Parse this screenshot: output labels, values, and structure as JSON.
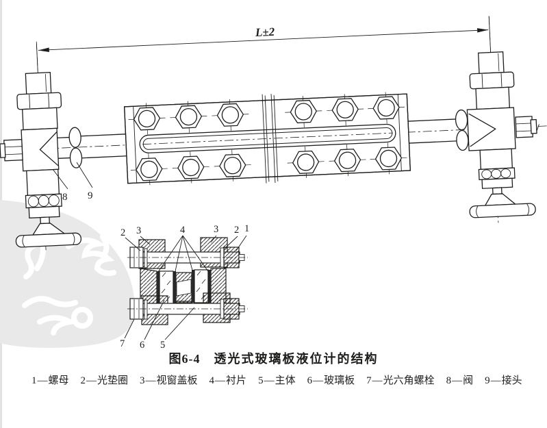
{
  "figure": {
    "dimension_label": "L±2",
    "fig_no": "图6-4",
    "title": "透光式玻璃板液位计的结构"
  },
  "main_view_labels": {
    "valve": "8",
    "joint": "9"
  },
  "section_labels": {
    "top": [
      "2",
      "3",
      "4",
      "3",
      "2",
      "1"
    ],
    "bottom": [
      "7",
      "6",
      "5"
    ]
  },
  "legend": {
    "dash": "—",
    "items": [
      {
        "num": "1",
        "name": "螺母"
      },
      {
        "num": "2",
        "name": "光垫圈"
      },
      {
        "num": "3",
        "name": "视窗盖板"
      },
      {
        "num": "4",
        "name": "衬片"
      },
      {
        "num": "5",
        "name": "主体"
      },
      {
        "num": "6",
        "name": "玻璃板"
      },
      {
        "num": "7",
        "name": "光六角螺栓"
      },
      {
        "num": "8",
        "name": "阀"
      },
      {
        "num": "9",
        "name": "接头"
      }
    ]
  },
  "colors": {
    "ink": "#1d1d1b",
    "paper": "#ffffff",
    "watermark": "#e9e9e9"
  }
}
